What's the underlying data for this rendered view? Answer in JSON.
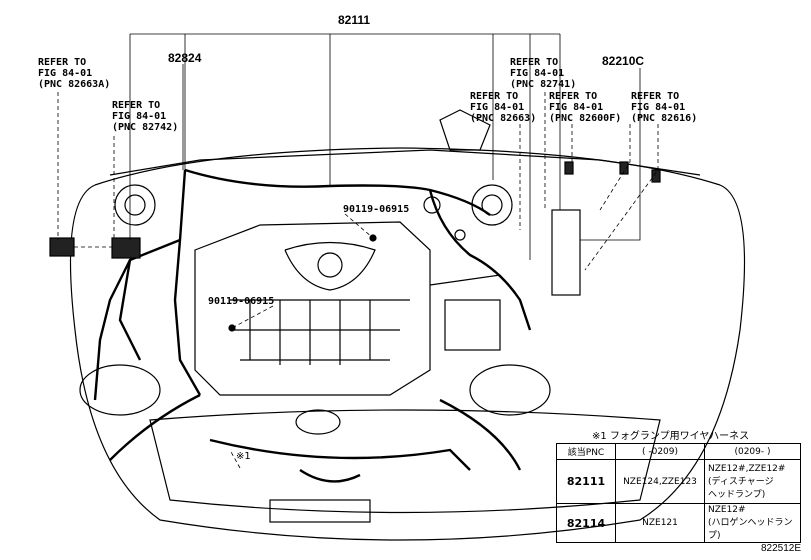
{
  "part_numbers": {
    "main": "82111",
    "left_upper": "82824",
    "right": "82210C"
  },
  "refs": [
    {
      "line1": "REFER TO",
      "line2": "FIG 84-01",
      "line3": "(PNC 82663A)"
    },
    {
      "line1": "REFER TO",
      "line2": "FIG 84-01",
      "line3": "(PNC 82742)"
    },
    {
      "line1": "REFER TO",
      "line2": "FIG 84-01",
      "line3": "(PNC 82663)"
    },
    {
      "line1": "REFER TO",
      "line2": "FIG 84-01",
      "line3": "(PNC 82741)"
    },
    {
      "line1": "REFER TO",
      "line2": "FIG 84-01",
      "line3": "(PNC 82600F)"
    },
    {
      "line1": "REFER TO",
      "line2": "FIG 84-01",
      "line3": "(PNC 82616)"
    }
  ],
  "bolts": [
    "90119-06915",
    "90119-06915"
  ],
  "marker": "※1",
  "note": "※1 フォグランプ用ワイヤハーネス",
  "table": {
    "header": [
      "該当PNC",
      "(      -0209)",
      "(0209-      )"
    ],
    "rows": [
      {
        "pnc": "82111",
        "before": "NZE124,ZZE123",
        "after": "NZE12#,ZZE12#\n(ディスチャージ\n          ヘッドランプ)"
      },
      {
        "pnc": "82114",
        "before": "NZE121",
        "after": "NZE12#\n(ハロゲンヘッドランプ)"
      }
    ]
  },
  "figure_code": "822512E"
}
